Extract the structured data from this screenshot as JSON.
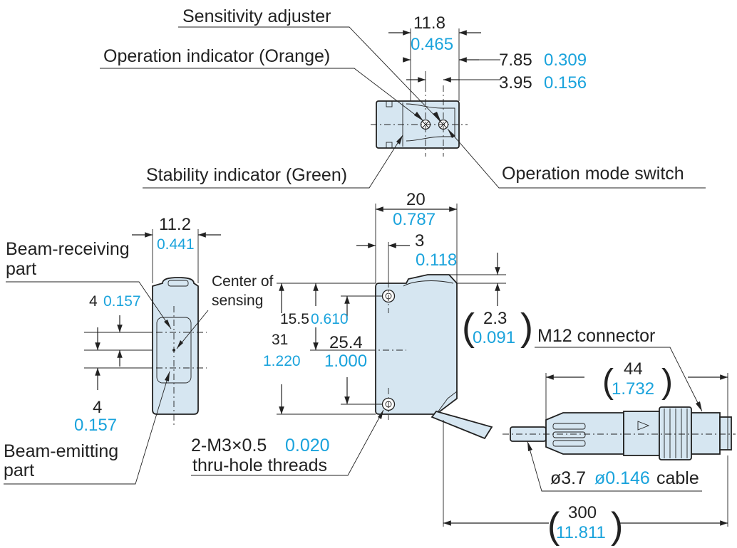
{
  "top_view": {
    "sensitivity_adjuster": "Sensitivity adjuster",
    "operation_indicator": "Operation indicator (Orange)",
    "stability_indicator": "Stability indicator (Green)",
    "operation_mode_switch": "Operation mode switch",
    "width_mm": "11.8",
    "width_in": "0.465",
    "offset1_mm": "7.85",
    "offset1_in": "0.309",
    "offset2_mm": "3.95",
    "offset2_in": "0.156"
  },
  "side_view": {
    "width_mm": "11.2",
    "width_in": "0.441",
    "beam_receiving": "Beam-receiving",
    "beam_receiving_2": "part",
    "beam_emitting": "Beam-emitting",
    "beam_emitting_2": "part",
    "center_of": "Center of",
    "sensing": "sensing",
    "pitch_top_mm": "4",
    "pitch_top_in": "0.157",
    "pitch_bot_mm": "4",
    "pitch_bot_in": "0.157"
  },
  "front_view": {
    "width_mm": "20",
    "width_in": "0.787",
    "hole_mm": "3",
    "hole_in": "0.118",
    "top_mm": "2.3",
    "top_in": "0.091",
    "center_mm": "15.5",
    "center_in": "0.610",
    "height_mm": "31",
    "height_in": "1.220",
    "hole_pitch_mm": "25.4",
    "hole_pitch_in": "1.000",
    "threads_1_mm": "2-M3×0.5",
    "threads_1_in": "0.020",
    "threads_2": "thru-hole threads"
  },
  "cable": {
    "connector": "M12 connector",
    "length_mm": "44",
    "length_in": "1.732",
    "cable_mm": "ø3.7",
    "cable_in": "ø0.146",
    "cable_word": "cable",
    "total_mm": "300",
    "total_in": "11.811"
  },
  "colors": {
    "body": "#d6e6f1",
    "inch_text": "#1aa3dc",
    "line": "#222222"
  }
}
